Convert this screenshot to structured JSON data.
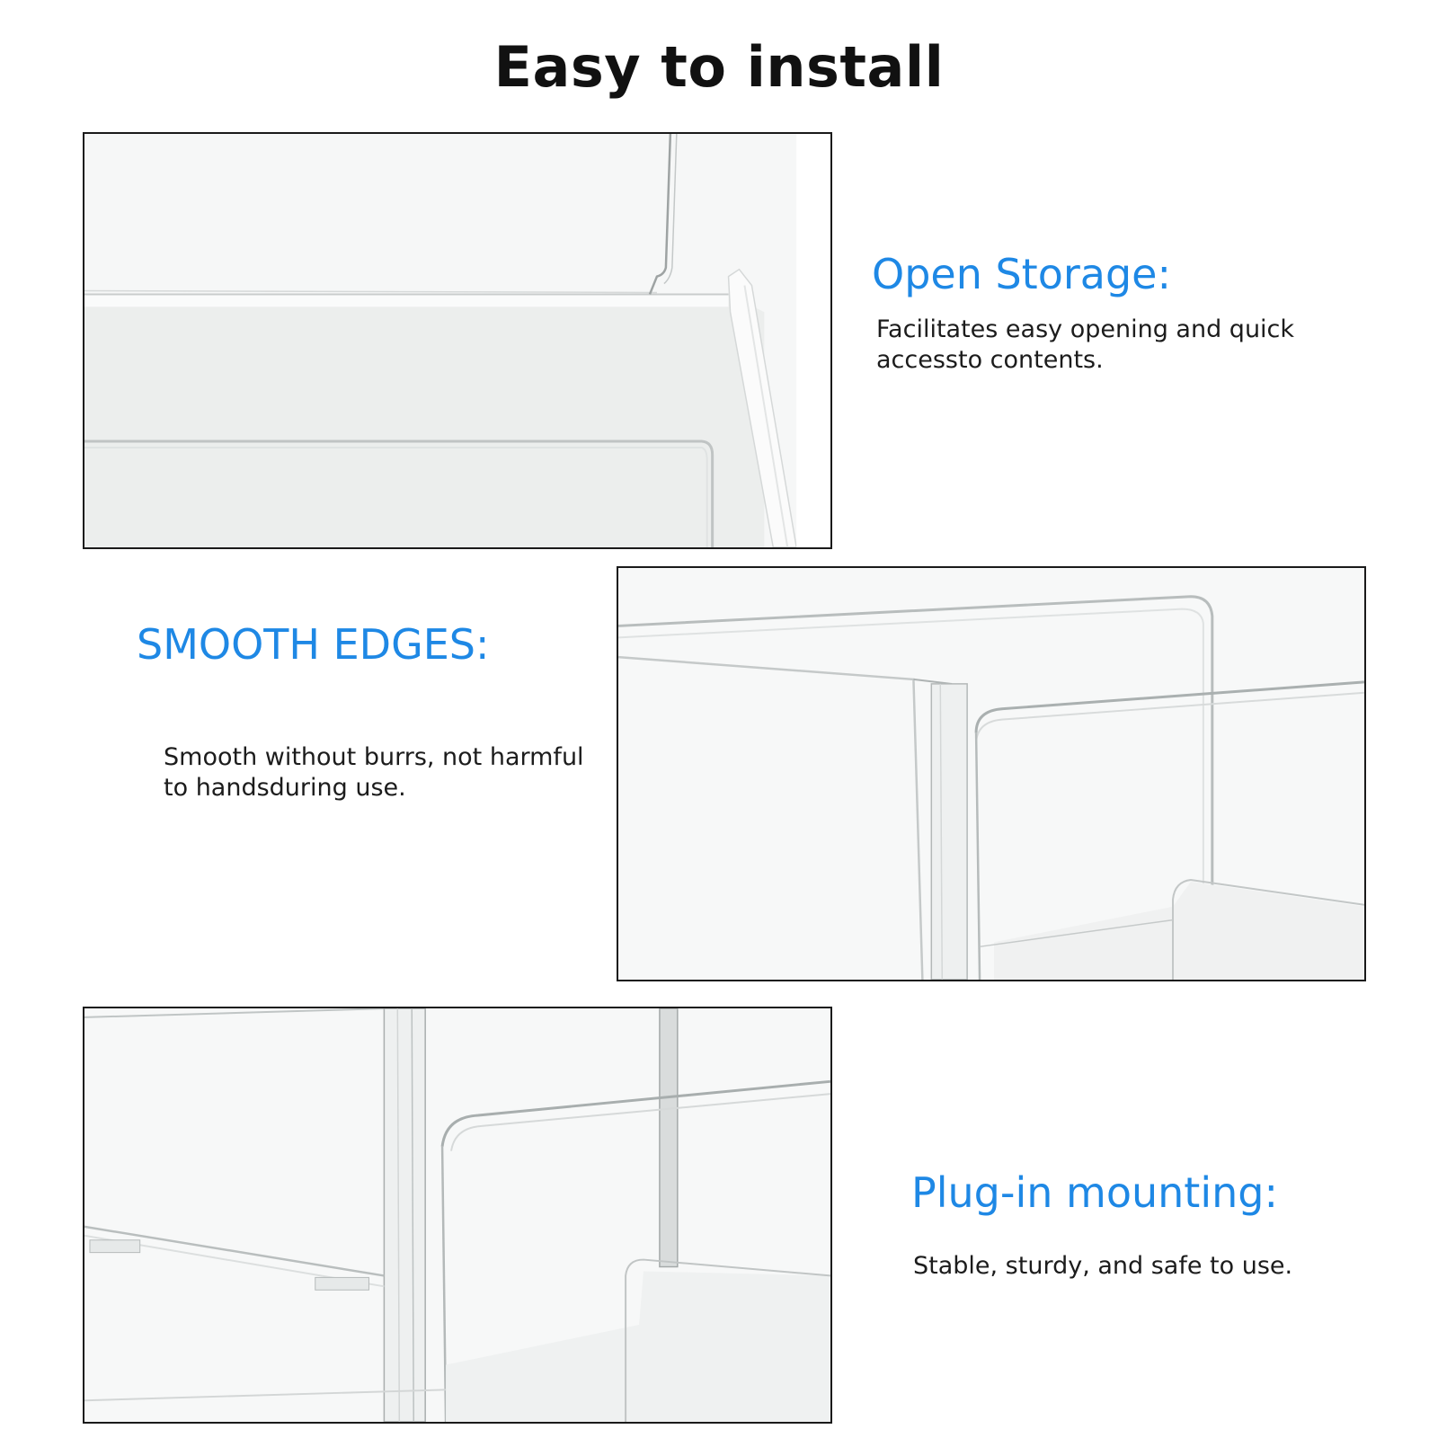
{
  "page": {
    "title": "Easy to install"
  },
  "features": [
    {
      "heading": "Open Storage:",
      "description": "Facilitates easy opening and quick accessto contents."
    },
    {
      "heading": "SMOOTH EDGES:",
      "description": "Smooth without burrs, not harmful to handsduring use."
    },
    {
      "heading": "Plug-in mounting:",
      "description": "Stable, sturdy,  and safe to use."
    }
  ],
  "colors": {
    "accent": "#1e88e5",
    "text": "#1c1c1c",
    "title": "#111111",
    "frame": "#1a1a1a"
  }
}
